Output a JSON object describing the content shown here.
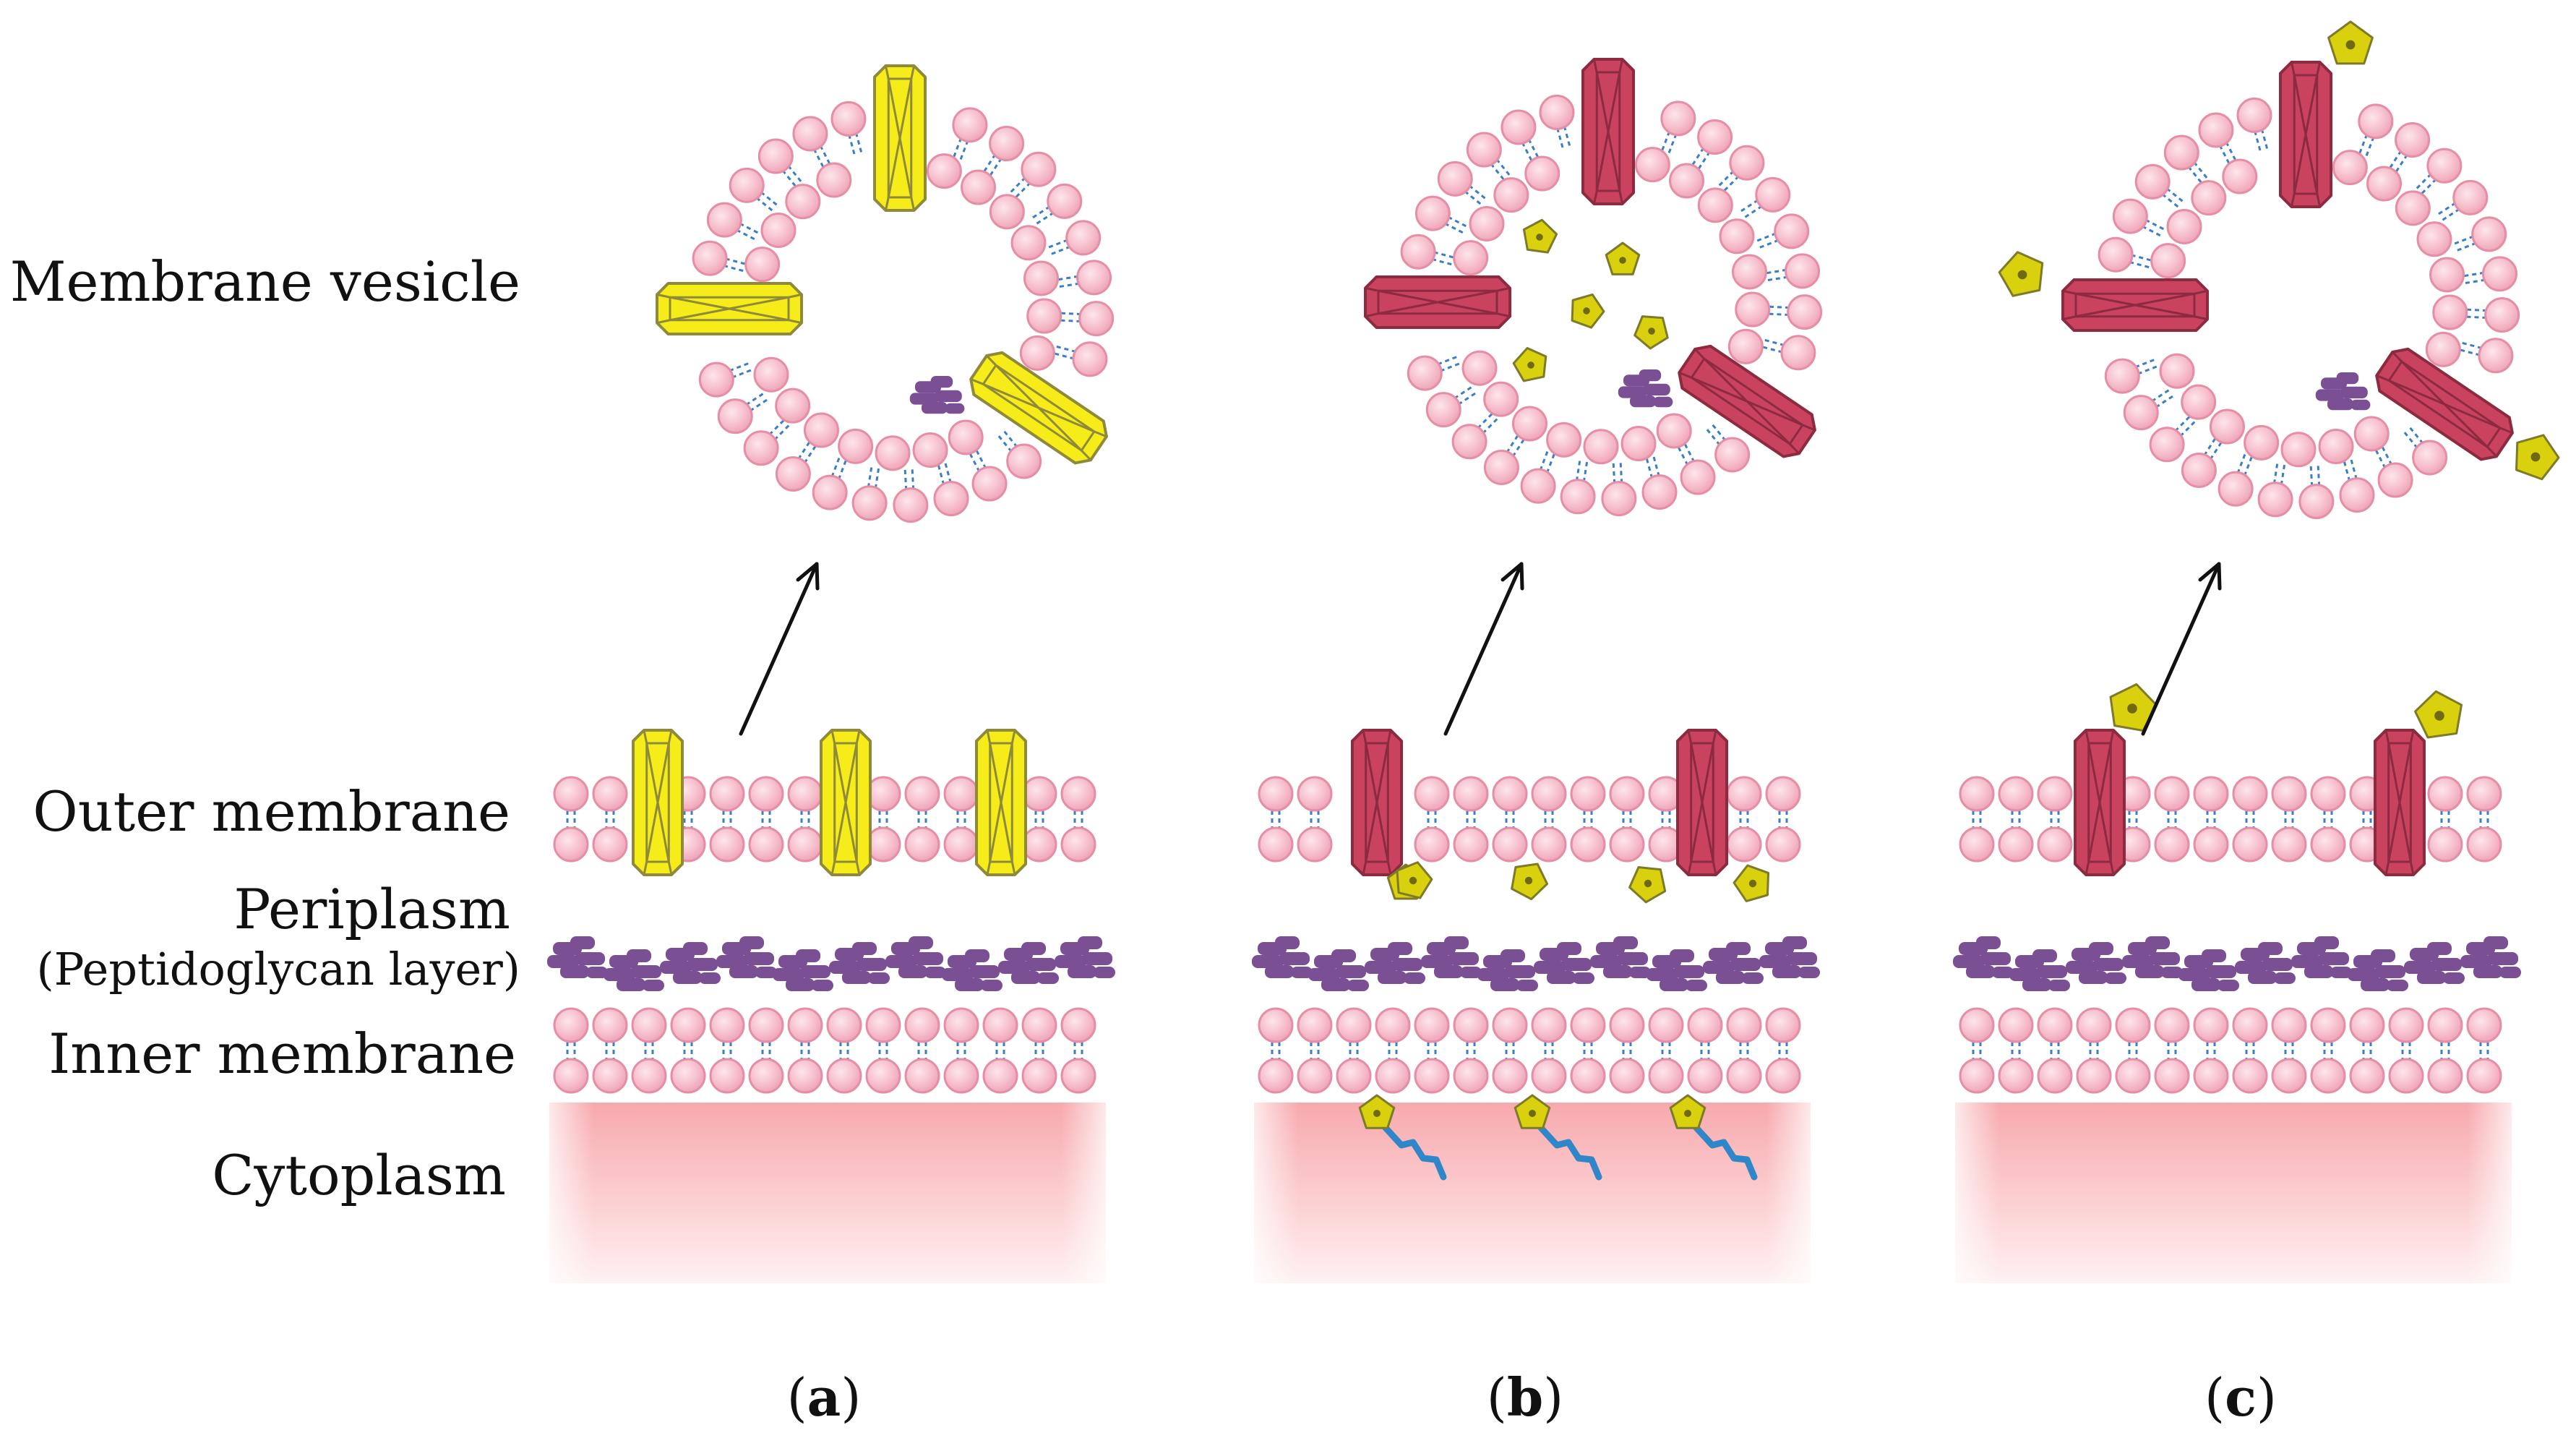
{
  "labels": {
    "membrane_vesicle": "Membrane vesicle",
    "outer_membrane": "Outer membrane",
    "periplasm": "Periplasm",
    "peptidoglycan": "(Peptidoglycan layer)",
    "inner_membrane": "Inner membrane",
    "cytoplasm": "Cytoplasm"
  },
  "panels": [
    {
      "id": "a",
      "open": "(",
      "letter": "a",
      "close": ")",
      "protein_color": "#f5ec1a",
      "protein_stroke": "#8f8a3a",
      "variant": "porin-only"
    },
    {
      "id": "b",
      "open": "(",
      "letter": "b",
      "close": ")",
      "protein_color": "#c9435f",
      "protein_stroke": "#8c2a40",
      "variant": "cargo-inside"
    },
    {
      "id": "c",
      "open": "(",
      "letter": "c",
      "close": ")",
      "protein_color": "#c9435f",
      "protein_stroke": "#8c2a40",
      "variant": "cargo-outside"
    }
  ],
  "colors": {
    "lipid_head": "#f4b8c6",
    "lipid_head_stroke": "#e58fa6",
    "lipid_tail": "#3a7fc4",
    "peptidoglycan": "#7a4f94",
    "cargo": "#d9d10e",
    "cargo_stroke": "#7d7a2a",
    "chain": "#2f86c8",
    "cytoplasm": "#f9c3c6"
  }
}
